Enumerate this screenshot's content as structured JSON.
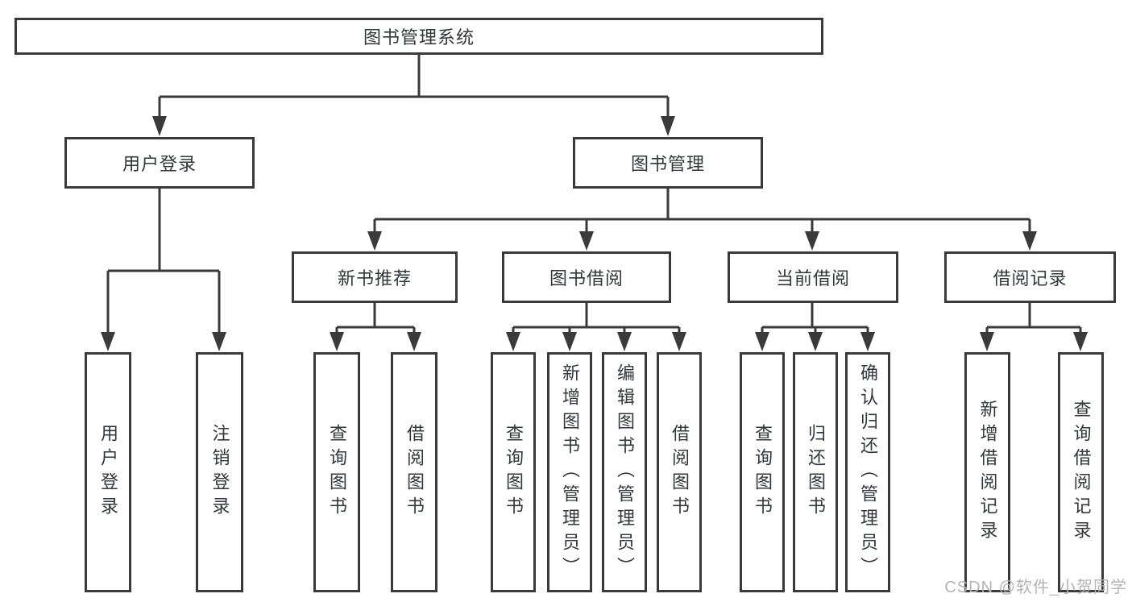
{
  "diagram": {
    "type": "hierarchy-tree",
    "title": "图书管理系统",
    "watermark": "CSDN @软件_小贺同学",
    "colors": {
      "line": "#3a3a3a",
      "box_border": "#3a3a3a",
      "box_fill": "#ffffff",
      "text": "#33363b",
      "watermark": "#b4b4b4",
      "background": "#ffffff"
    },
    "nodes": {
      "root": "图书管理系统",
      "level2": {
        "user_login": "用户登录",
        "book_management": "图书管理"
      },
      "level3": {
        "new_book_recommend": "新书推荐",
        "book_borrow": "图书借阅",
        "current_borrow": "当前借阅",
        "borrow_records": "借阅记录"
      },
      "leaves": {
        "user_login": "用户登录",
        "logout_login": "注销登录",
        "recommend_query_book": "查询图书",
        "recommend_borrow_book": "借阅图书",
        "borrow_query_book": "查询图书",
        "borrow_add_book": "新增图书（管理员）",
        "borrow_edit_book": "编辑图书（管理员）",
        "borrow_borrow_book": "借阅图书",
        "current_query_book": "查询图书",
        "current_return_book": "归还图书",
        "current_confirm_return": "确认归还（管理员）",
        "records_add_record": "新增借阅记录",
        "records_query_record": "查询借阅记录"
      }
    },
    "hierarchy": {
      "图书管理系统": {
        "用户登录": [
          "用户登录",
          "注销登录"
        ],
        "图书管理": {
          "新书推荐": [
            "查询图书",
            "借阅图书"
          ],
          "图书借阅": [
            "查询图书",
            "新增图书（管理员）",
            "编辑图书（管理员）",
            "借阅图书"
          ],
          "当前借阅": [
            "查询图书",
            "归还图书",
            "确认归还（管理员）"
          ],
          "借阅记录": [
            "新增借阅记录",
            "查询借阅记录"
          ]
        }
      }
    }
  }
}
